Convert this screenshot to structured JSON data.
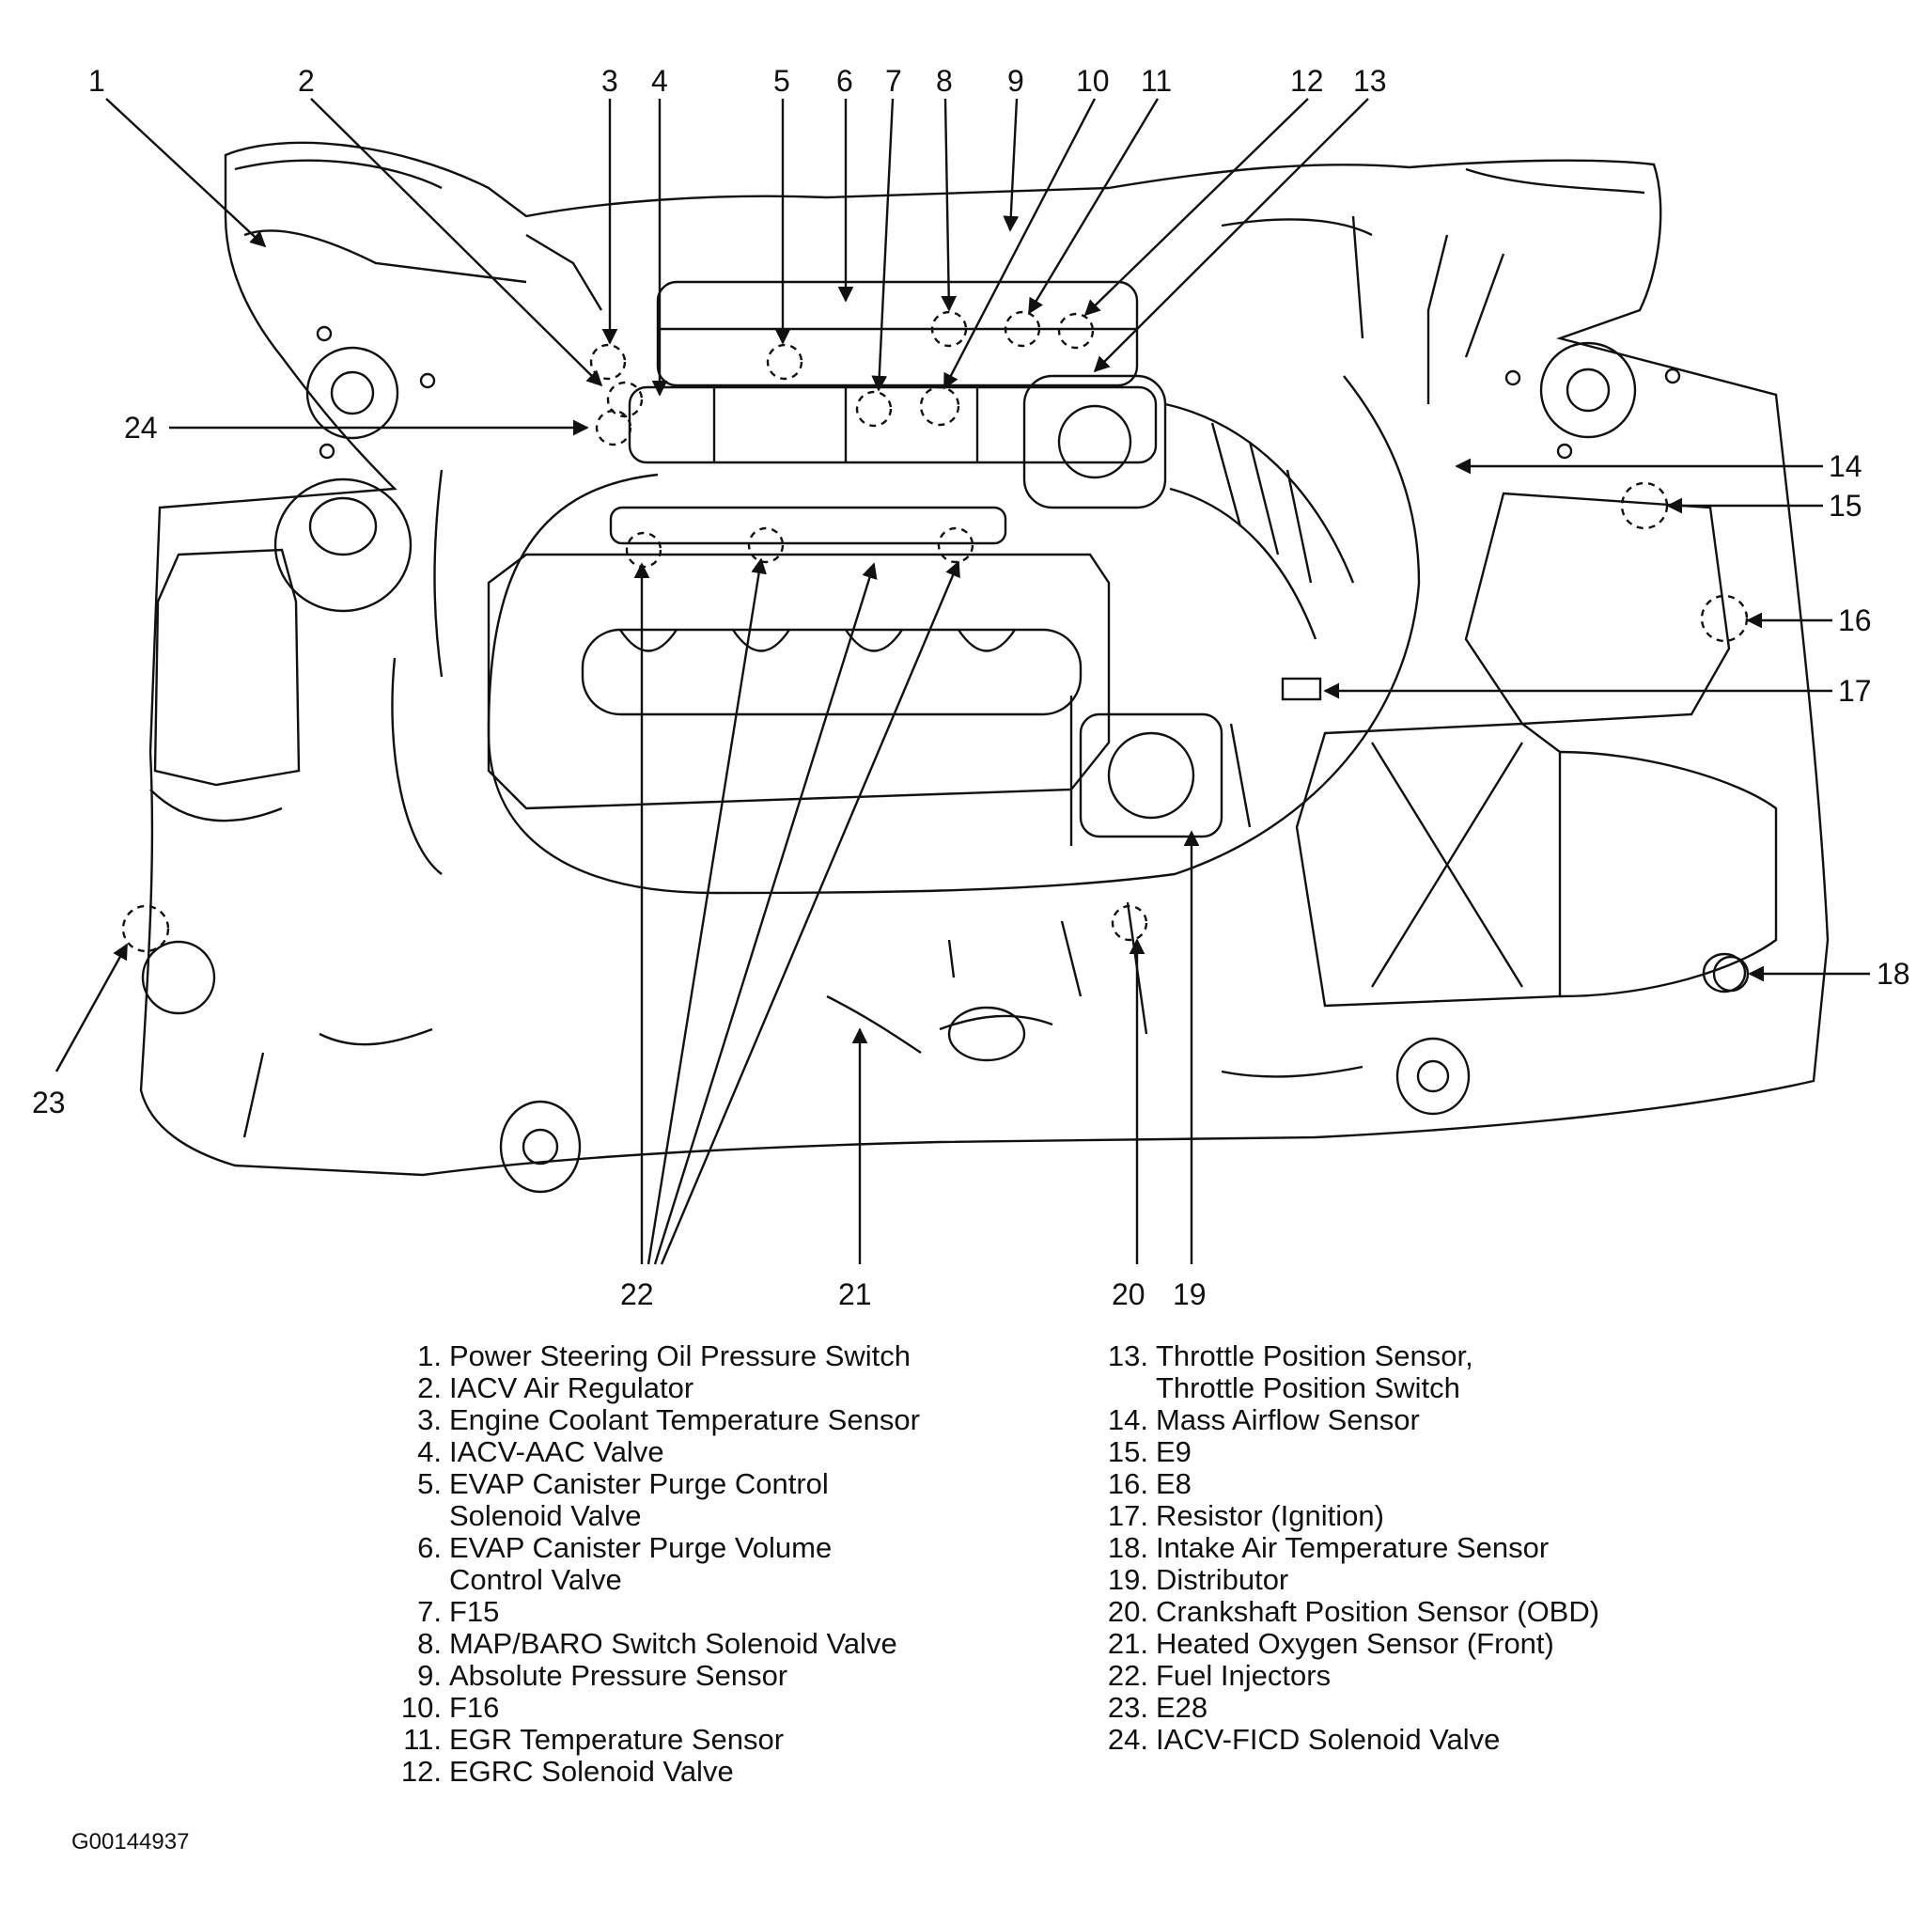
{
  "figure_code": "G00144937",
  "callout_numbers": [
    "1",
    "2",
    "3",
    "4",
    "5",
    "6",
    "7",
    "8",
    "9",
    "10",
    "11",
    "12",
    "13",
    "14",
    "15",
    "16",
    "17",
    "18",
    "19",
    "20",
    "21",
    "22",
    "23",
    "24"
  ],
  "legend_left": [
    {
      "n": "1.",
      "t": "Power Steering Oil Pressure Switch"
    },
    {
      "n": "2.",
      "t": "IACV Air Regulator"
    },
    {
      "n": "3.",
      "t": "Engine Coolant Temperature Sensor"
    },
    {
      "n": "4.",
      "t": "IACV-AAC Valve"
    },
    {
      "n": "5.",
      "t": "EVAP Canister Purge Control"
    },
    {
      "n": "",
      "t": "Solenoid Valve"
    },
    {
      "n": "6.",
      "t": "EVAP Canister Purge Volume"
    },
    {
      "n": "",
      "t": "Control Valve"
    },
    {
      "n": "7.",
      "t": "F15"
    },
    {
      "n": "8.",
      "t": "MAP/BARO Switch Solenoid Valve"
    },
    {
      "n": "9.",
      "t": "Absolute Pressure Sensor"
    },
    {
      "n": "10.",
      "t": "F16"
    },
    {
      "n": "11.",
      "t": "EGR Temperature Sensor"
    },
    {
      "n": "12.",
      "t": "EGRC Solenoid Valve"
    }
  ],
  "legend_right": [
    {
      "n": "13.",
      "t": "Throttle Position Sensor,"
    },
    {
      "n": "",
      "t": "Throttle Position Switch"
    },
    {
      "n": "14.",
      "t": "Mass Airflow Sensor"
    },
    {
      "n": "15.",
      "t": "E9"
    },
    {
      "n": "16.",
      "t": "E8"
    },
    {
      "n": "17.",
      "t": "Resistor (Ignition)"
    },
    {
      "n": "18.",
      "t": "Intake Air Temperature Sensor"
    },
    {
      "n": "19.",
      "t": "Distributor"
    },
    {
      "n": "20.",
      "t": "Crankshaft Position Sensor (OBD)"
    },
    {
      "n": "21.",
      "t": "Heated Oxygen Sensor (Front)"
    },
    {
      "n": "22.",
      "t": "Fuel Injectors"
    },
    {
      "n": "23.",
      "t": "E28"
    },
    {
      "n": "24.",
      "t": "IACV-FICD Solenoid Valve"
    }
  ]
}
